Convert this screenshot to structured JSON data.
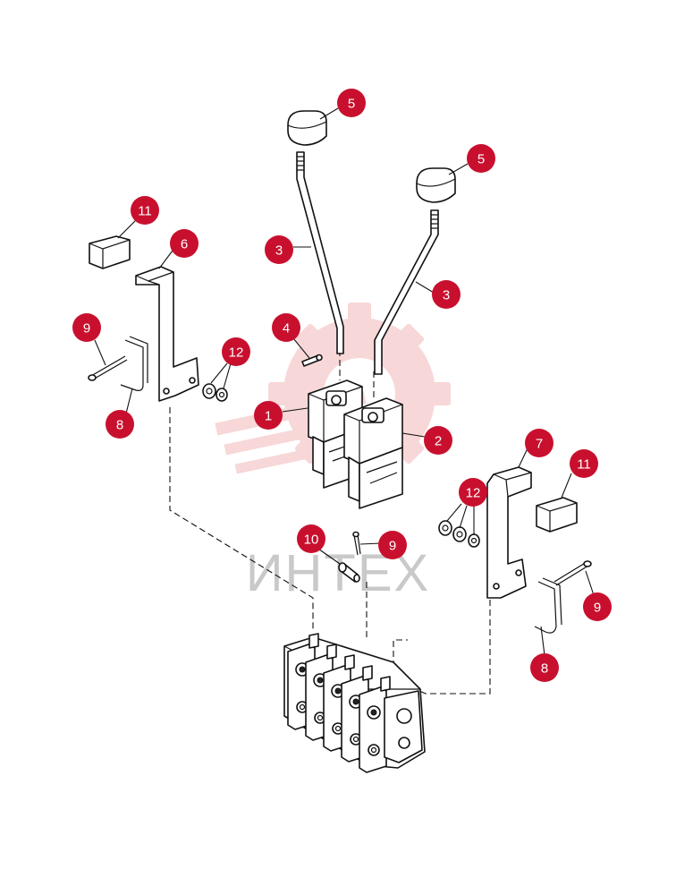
{
  "watermark": {
    "text": "ИНТЕХ",
    "color": "#c9c9c9",
    "gear_color": "#f2b8b8"
  },
  "callout_color": "#c8102e",
  "callouts": [
    {
      "id": "c5a",
      "label": "5"
    },
    {
      "id": "c5b",
      "label": "5"
    },
    {
      "id": "c3a",
      "label": "3"
    },
    {
      "id": "c3b",
      "label": "3"
    },
    {
      "id": "c4",
      "label": "4"
    },
    {
      "id": "c1",
      "label": "1"
    },
    {
      "id": "c2",
      "label": "2"
    },
    {
      "id": "c11a",
      "label": "11"
    },
    {
      "id": "c6",
      "label": "6"
    },
    {
      "id": "c9a",
      "label": "9"
    },
    {
      "id": "c12a",
      "label": "12"
    },
    {
      "id": "c8a",
      "label": "8"
    },
    {
      "id": "c7",
      "label": "7"
    },
    {
      "id": "c11b",
      "label": "11"
    },
    {
      "id": "c12b",
      "label": "12"
    },
    {
      "id": "c10",
      "label": "10"
    },
    {
      "id": "c9b",
      "label": "9"
    },
    {
      "id": "c9c",
      "label": "9"
    },
    {
      "id": "c8b",
      "label": "8"
    }
  ]
}
